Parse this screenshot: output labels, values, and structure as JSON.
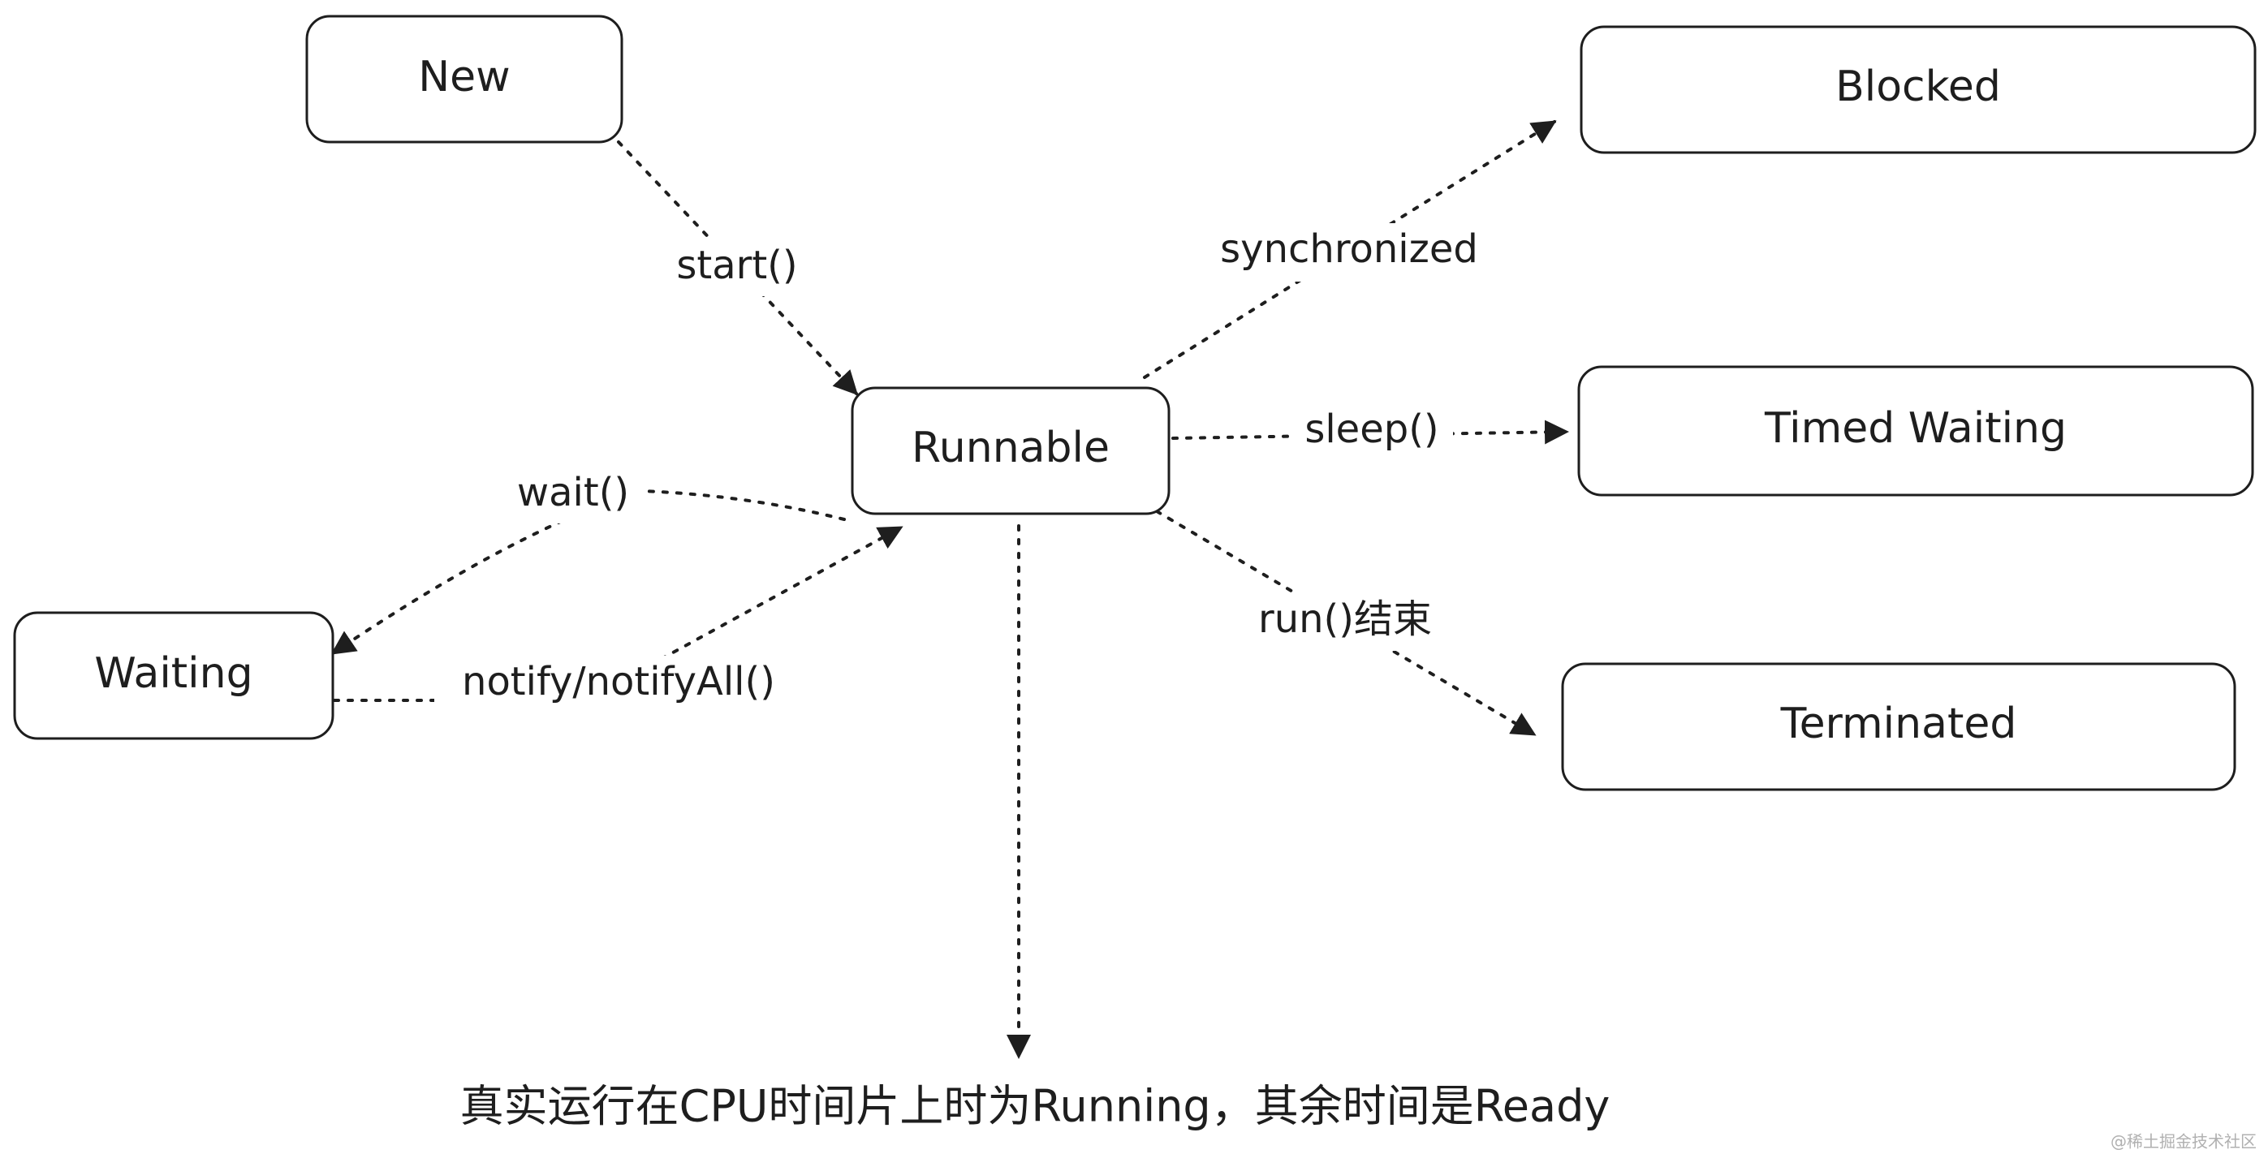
{
  "nodes": {
    "new": "New",
    "runnable": "Runnable",
    "waiting": "Waiting",
    "blocked": "Blocked",
    "timed_waiting": "Timed Waiting",
    "terminated": "Terminated"
  },
  "edges": {
    "start": "start()",
    "wait": "wait()",
    "notify": "notify/notifyAll()",
    "synchronized": "synchronized",
    "sleep": "sleep()",
    "run_end": "run()结束"
  },
  "note": "真实运行在CPU时间片上时为Running，其余时间是Ready",
  "watermark": "@稀土掘金技术社区",
  "colors": {
    "stroke": "#1e1e1e",
    "background": "#ffffff"
  }
}
